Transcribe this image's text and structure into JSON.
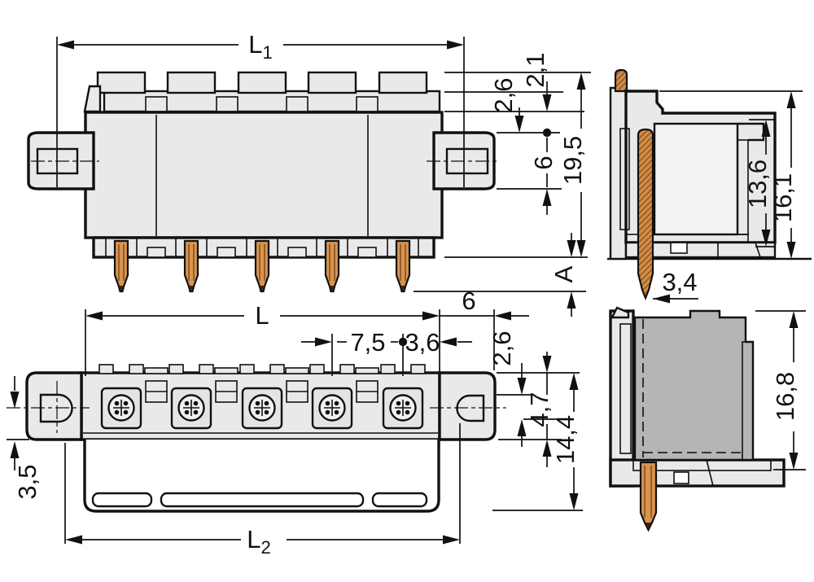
{
  "title": "connector-technical-drawing",
  "colors": {
    "background": "#ffffff",
    "line": "#111111",
    "body": "#e9e9e9",
    "cavity": "#f2f2f2",
    "mated_part": "#b5b5b5",
    "pin": "#d6954f",
    "pin_hatch": "#5f2f0c"
  },
  "labels": {
    "front": {
      "l1": "L",
      "l1_sub": "1",
      "d_2_1": "2,1",
      "d_2_6": "2,6",
      "d_6": "6",
      "d_19_5": "19,5",
      "a": "A"
    },
    "side_top": {
      "d_13_6": "13,6",
      "d_16_1": "16,1",
      "d_3_4": "3,4"
    },
    "bottom": {
      "l": "L",
      "d_7_5": "7,5",
      "d_3_6": "3,6",
      "d_6": "6",
      "d_2_6": "2,6",
      "d_4_7": "4,7",
      "d_14_4": "14,4",
      "d_3_5": "3,5",
      "l2": "L",
      "l2_sub": "2"
    },
    "side_bottom": {
      "d_16_8": "16,8"
    }
  }
}
